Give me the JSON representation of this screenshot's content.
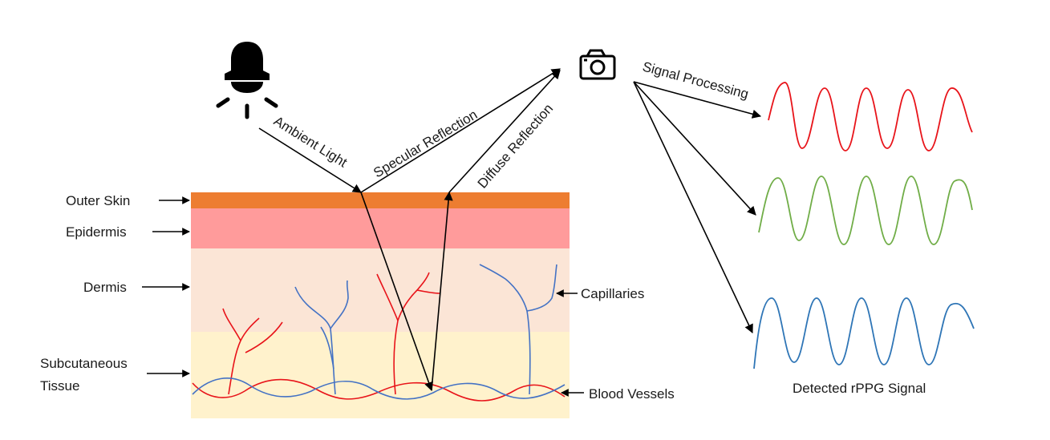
{
  "layers": {
    "outer_skin": "Outer Skin",
    "epidermis": "Epidermis",
    "dermis": "Dermis",
    "subcutaneous_line1": "Subcutaneous",
    "subcutaneous_line2": "Tissue"
  },
  "annotations": {
    "capillaries": "Capillaries",
    "blood_vessels": "Blood Vessels",
    "ambient_light": "Ambient Light",
    "specular_reflection": "Specular Reflection",
    "diffuse_reflection": "Diffuse Reflection",
    "signal_processing": "Signal Processing",
    "detected_signal": "Detected rPPG Signal"
  },
  "icons": {
    "light_source": "lamp-icon",
    "camera": "camera-icon"
  },
  "colors": {
    "outer_skin": "#ED7D31",
    "epidermis": "#FF9B9B",
    "dermis": "#FBE5D6",
    "subcutaneous": "#FFF2CC",
    "red_vessel": "#E8141A",
    "blue_vessel": "#4472C4",
    "signal_red": "#E8141A",
    "signal_green": "#70AD47",
    "signal_blue": "#2E75B6"
  }
}
